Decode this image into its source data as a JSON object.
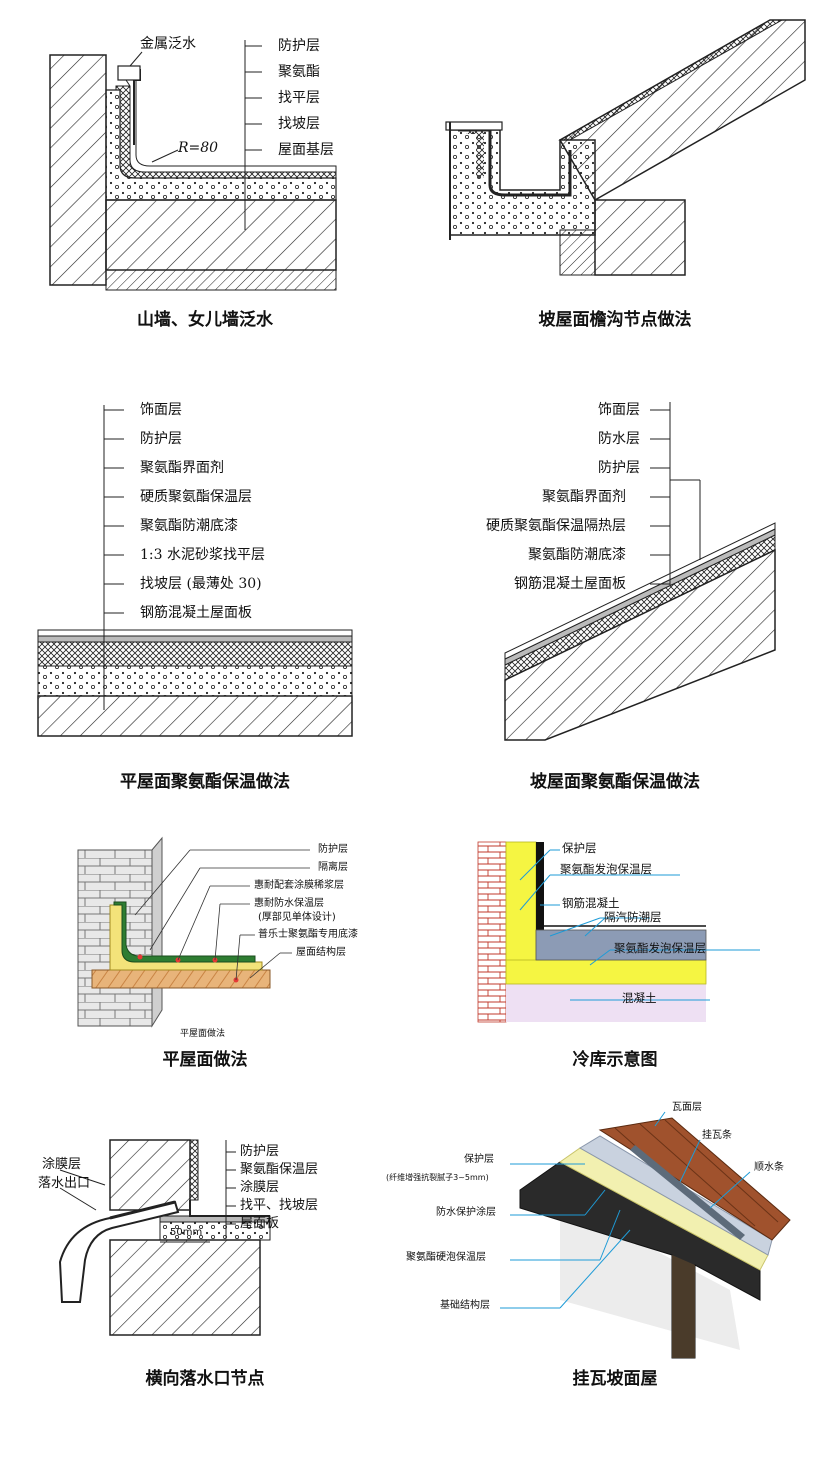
{
  "captions": {
    "parapet": "山墙、女儿墙泛水",
    "eaves": "坡屋面檐沟节点做法",
    "flat_pu": "平屋面聚氨酯保温做法",
    "slope_pu": "坡屋面聚氨酯保温做法",
    "flat_method": "平屋面做法",
    "cold_store": "冷库示意图",
    "outlet": "横向落水口节点",
    "tile_roof": "挂瓦坡面屋"
  },
  "parapet": {
    "flashing": "金属泛水",
    "radius": "R=80",
    "layers": [
      "防护层",
      "聚氨酯",
      "找平层",
      "找坡层",
      "屋面基层"
    ]
  },
  "flat_pu": {
    "layers": [
      "饰面层",
      "防护层",
      "聚氨酯界面剂",
      "硬质聚氨酯保温层",
      "聚氨酯防潮底漆",
      "1:3 水泥砂浆找平层",
      "找坡层 (最薄处 30)",
      "钢筋混凝土屋面板"
    ]
  },
  "slope_pu": {
    "layers": [
      "饰面层",
      "防水层",
      "防护层",
      "聚氨酯界面剂",
      "硬质聚氨酯保温隔热层",
      "聚氨酯防潮底漆",
      "钢筋混凝土屋面板"
    ]
  },
  "flat_method": {
    "layers": [
      "防护层",
      "隔离层",
      "惠耐配套涂膜稀浆层",
      "惠耐防水保温层",
      "(厚部见单体设计)",
      "普乐士聚氨酯专用底漆",
      "屋面结构层"
    ],
    "sub_caption": "平屋面做法"
  },
  "cold_store": {
    "layers": [
      "保护层",
      "聚氨酯发泡保温层",
      "钢筋混凝土",
      "隔汽防潮层",
      "聚氨酯发泡保温层",
      "混凝土"
    ]
  },
  "outlet": {
    "left_labels": [
      "涂膜层",
      "落水出口"
    ],
    "layers": [
      "防护层",
      "聚氨酯保温层",
      "涂膜层",
      "找平、找坡层",
      "屋面板"
    ],
    "dim": "50mm"
  },
  "tile_roof": {
    "labels": [
      "瓦面层",
      "挂瓦条",
      "顺水条",
      "保护层",
      "(纤维增强抗裂腻子3~5mm)",
      "防水保护涂层",
      "聚氨酯硬泡保温层",
      "基础结构层"
    ]
  },
  "colors": {
    "tile": "#a0522d",
    "insulation_yellow": "#f5f542",
    "membrane_green": "#2e7d32",
    "cold_grey": "#8c9bb5",
    "leader_blue": "#1e9bd7",
    "concrete_dark": "#222222"
  }
}
